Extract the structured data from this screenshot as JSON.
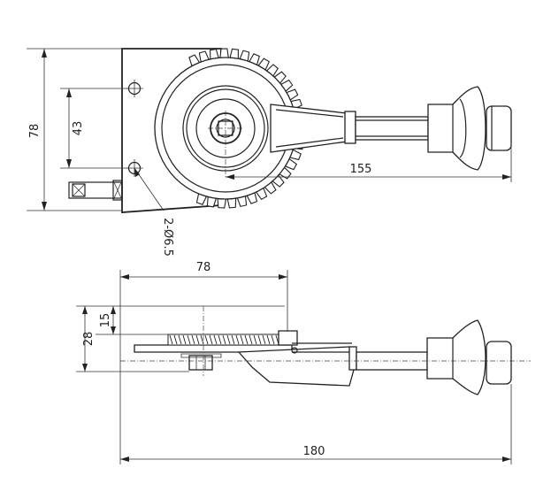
{
  "drawing": {
    "top_view": {
      "dim_height": "78",
      "dim_holes_spacing": "43",
      "dim_length": "155",
      "hole_callout": "2-Ø6.5"
    },
    "side_view": {
      "dim_width": "78",
      "dim_offset": "15",
      "dim_height": "28",
      "dim_total_length": "180"
    }
  },
  "colors": {
    "line": "#222222",
    "background": "#ffffff"
  }
}
